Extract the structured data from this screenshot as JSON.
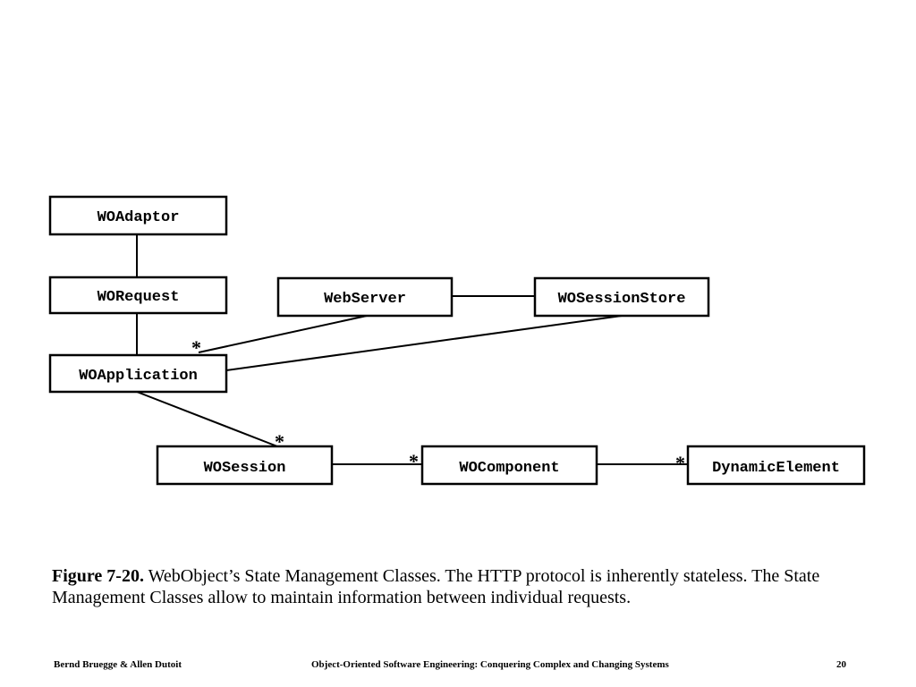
{
  "classes": {
    "wo_adaptor": "WOAdaptor",
    "wo_request": "WORequest",
    "web_server": "WebServer",
    "wo_session_store": "WOSessionStore",
    "wo_application": "WOApplication",
    "wo_session": "WOSession",
    "wo_component": "WOComponent",
    "dynamic_element": "DynamicElement"
  },
  "multiplicities": {
    "application_webserver": "*",
    "application_session": "*",
    "session_component": "*",
    "component_dynamic": "*"
  },
  "caption": {
    "figure_number": "Figure 7-20.",
    "text": "WebObject’s State Management Classes. The HTTP protocol is inherently stateless. The State Management Classes allow to maintain information between individual requests."
  },
  "footer": {
    "authors": "Bernd Bruegge & Allen Dutoit",
    "book_title": "Object-Oriented Software Engineering: Conquering Complex and Changing Systems",
    "page_number": "20"
  }
}
